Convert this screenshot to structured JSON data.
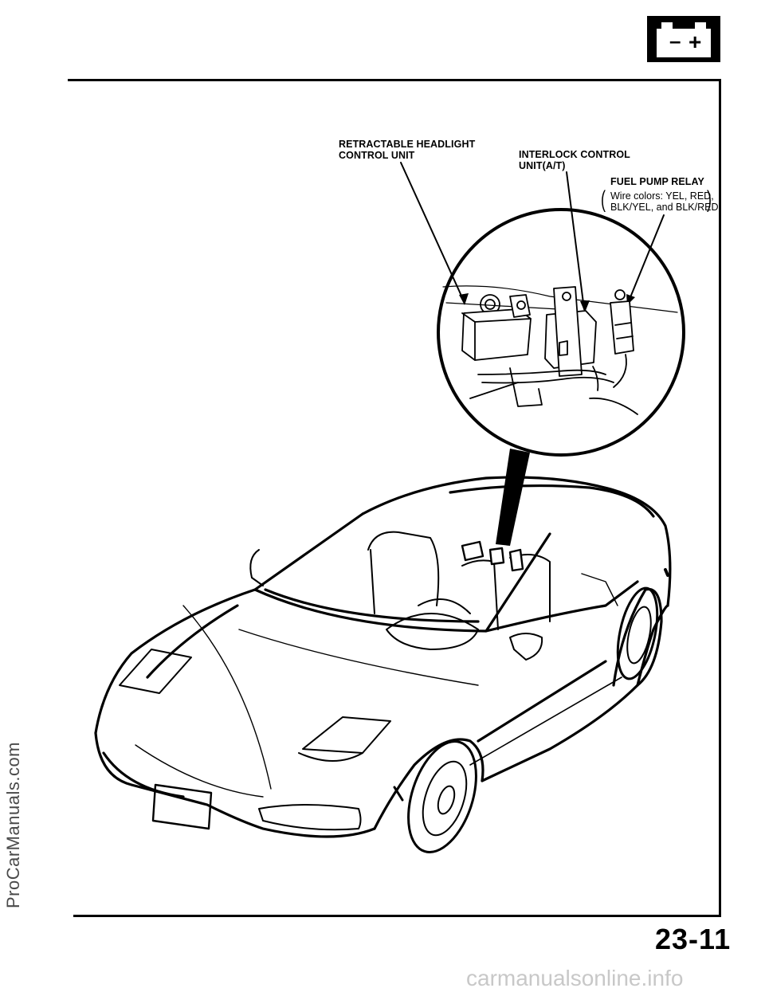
{
  "document": {
    "page_number": "23-11",
    "watermark_side": "ProCarManuals.com",
    "watermark_footer": "carmanualsonline.info"
  },
  "labels": {
    "headlight_unit": "RETRACTABLE HEADLIGHT\nCONTROL UNIT",
    "interlock_unit": "INTERLOCK  CONTROL\nUNIT(A/T)",
    "fuel_pump_relay": "FUEL PUMP RELAY",
    "fuel_pump_note": "Wire colors: YEL, RED,\nBLK/YEL, and BLK/RED"
  },
  "icons": {
    "battery": "battery-icon",
    "battery_minus": "–",
    "battery_plus": "+"
  }
}
